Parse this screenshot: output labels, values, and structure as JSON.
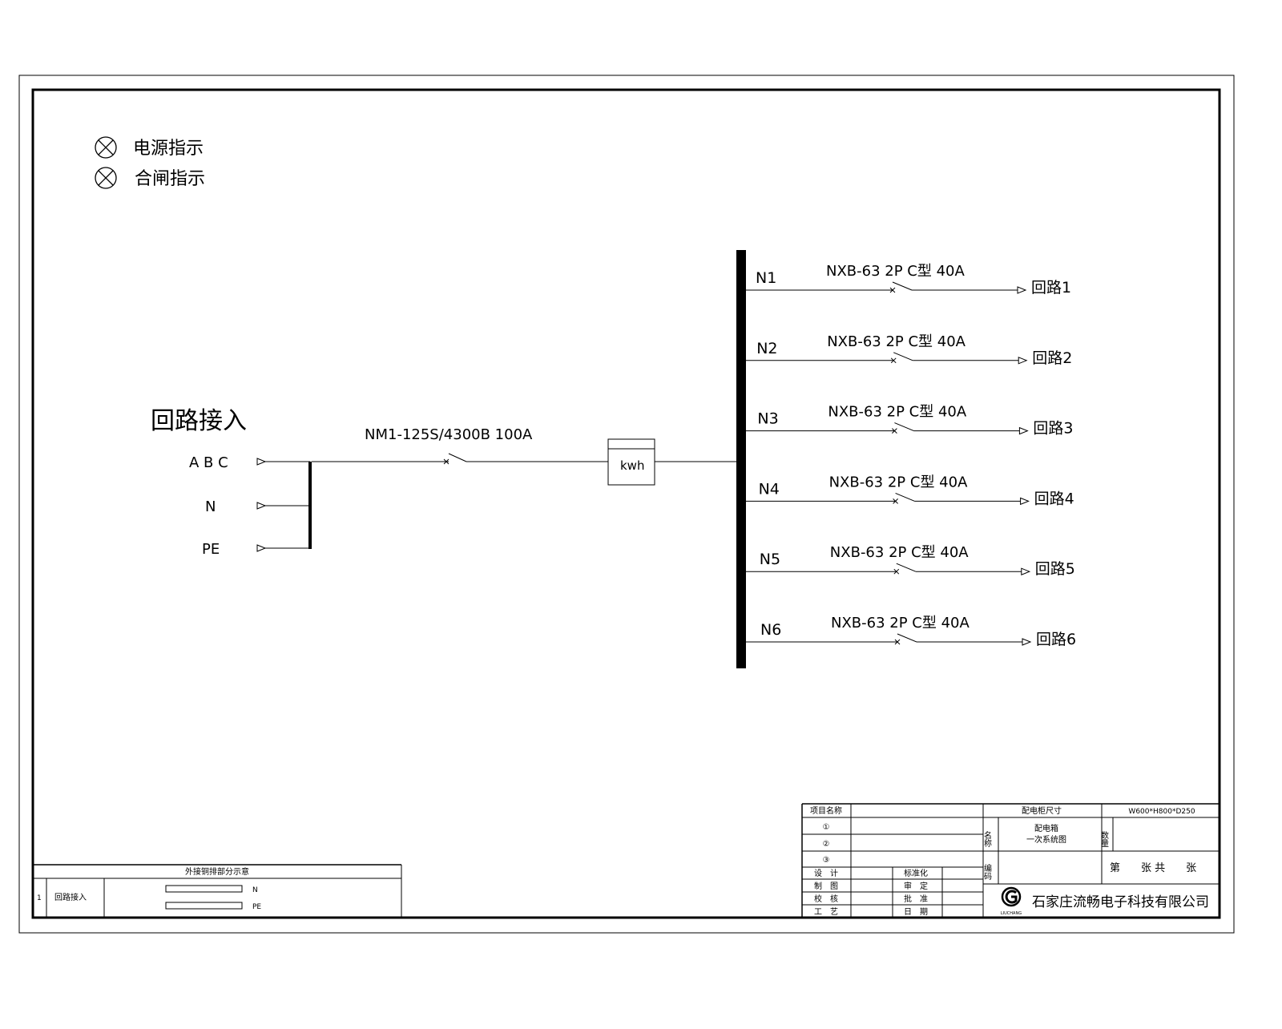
{
  "legend": [
    {
      "icon": "lamp-icon",
      "label": "电源指示"
    },
    {
      "icon": "lamp-icon",
      "label": "合闸指示"
    }
  ],
  "incoming": {
    "title": "回路接入",
    "phases": [
      "A B C",
      "N",
      "PE"
    ],
    "breaker": "NM1-125S/4300B 100A",
    "meter": "kwh"
  },
  "branches": [
    {
      "bus": "N1",
      "breaker": "NXB-63 2P C型 40A",
      "circuit": "回路1"
    },
    {
      "bus": "N2",
      "breaker": "NXB-63 2P C型 40A",
      "circuit": "回路2"
    },
    {
      "bus": "N3",
      "breaker": "NXB-63 2P C型 40A",
      "circuit": "回路3"
    },
    {
      "bus": "N4",
      "breaker": "NXB-63 2P C型 40A",
      "circuit": "回路4"
    },
    {
      "bus": "N5",
      "breaker": "NXB-63 2P C型 40A",
      "circuit": "回路5"
    },
    {
      "bus": "N6",
      "breaker": "NXB-63 2P C型 40A",
      "circuit": "回路6"
    }
  ],
  "copper_table": {
    "title": "外接铜排部分示意",
    "row_no": "1",
    "row_name": "回路接入",
    "bars": [
      "N",
      "PE"
    ]
  },
  "title_block": {
    "project_name": "项目名称",
    "items": [
      "①",
      "②",
      "③"
    ],
    "cabinet_size_label": "配电柜尺寸",
    "cabinet_size": "W600*H800*D250",
    "name_label": "名称",
    "name_line1": "配电箱",
    "name_line2": "一次系统图",
    "qty_label": "数量",
    "code_label": "编码",
    "sheet": "第　　张 共　　张",
    "roles": [
      "设　计",
      "制　图",
      "校　核",
      "工　艺"
    ],
    "roles2": [
      "标准化",
      "审　定",
      "批　准",
      "日　期"
    ],
    "company": "石家庄流畅电子科技有限公司",
    "logo_text": "LIUCHANG"
  }
}
